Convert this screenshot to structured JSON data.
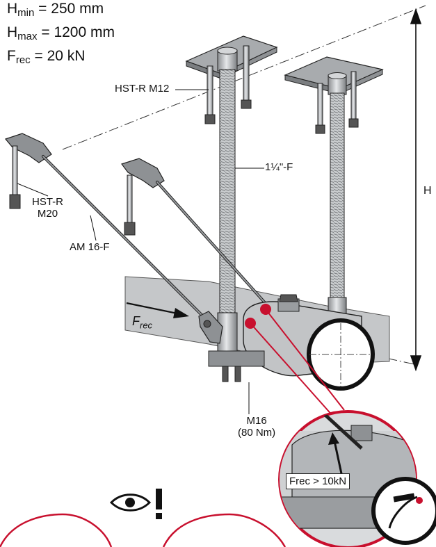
{
  "specs": [
    {
      "symbol": "H",
      "sub": "min",
      "value": " = 250 mm"
    },
    {
      "symbol": "H",
      "sub": "max",
      "value": " = 1200 mm"
    },
    {
      "symbol": "F",
      "sub": "rec",
      "value": " = 20 kN"
    }
  ],
  "labels": {
    "anchor_top": "HST-R M12",
    "rod": "1¼\"-F",
    "anchor_left_line1": "HST-R",
    "anchor_left_line2": "M20",
    "brace": "AM 16-F",
    "bolt_line1": "M16",
    "bolt_line2": "(80 Nm)",
    "height": "H",
    "force_symbol": "F",
    "force_sub": "rec",
    "detail_callout": "Frec > 10kN"
  },
  "colors": {
    "accent_red": "#c8102e",
    "steel": "#b9bcbf",
    "steel_dark": "#6d7073",
    "outline": "#111111"
  },
  "icons": {
    "warning": "eye-exclamation-icon",
    "tool": "torque-tool-icon"
  }
}
